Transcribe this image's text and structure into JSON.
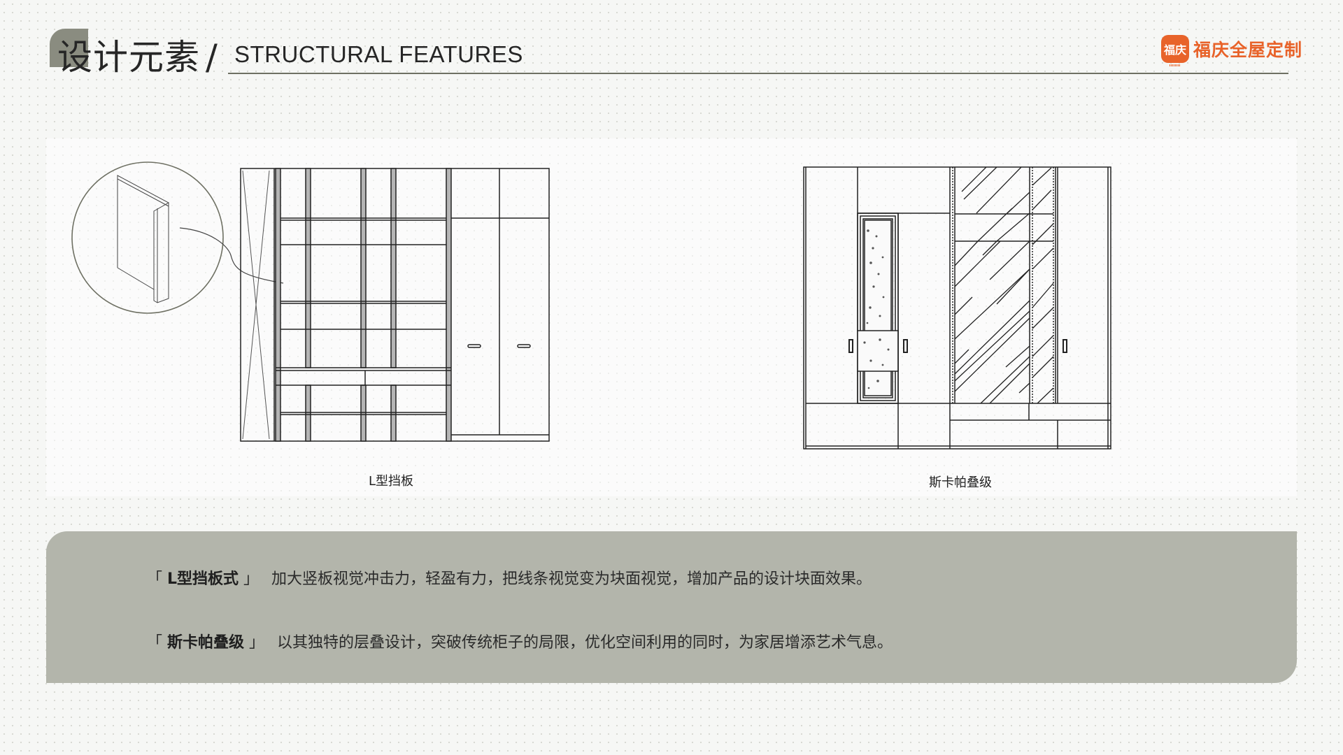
{
  "header": {
    "title_cn": "设计元素",
    "separator": "/",
    "title_en": "STRUCTURAL FEATURES",
    "accent_color": "#8a8c80"
  },
  "logo": {
    "badge_text": "福庆",
    "brand_text": "福庆全屋定制",
    "brand_color": "#e8632a"
  },
  "drawings": [
    {
      "id": "l-shaped-panel",
      "caption": "L型挡板"
    },
    {
      "id": "skapa-stacked",
      "caption": "斯卡帕叠级"
    }
  ],
  "descriptions": [
    {
      "open": "「 ",
      "term": "L型挡板式",
      "close": " 」",
      "text": "加大竖板视觉冲击力，轻盈有力，把线条视觉变为块面视觉，增加产品的设计块面效果。"
    },
    {
      "open": "「 ",
      "term": "斯卡帕叠级",
      "close": " 」",
      "text": "以其独特的层叠设计，突破传统柜子的局限，优化空间利用的同时，为家居增添艺术气息。"
    }
  ],
  "colors": {
    "panel_bg": "#b3b5ab",
    "line": "#6e7063"
  }
}
